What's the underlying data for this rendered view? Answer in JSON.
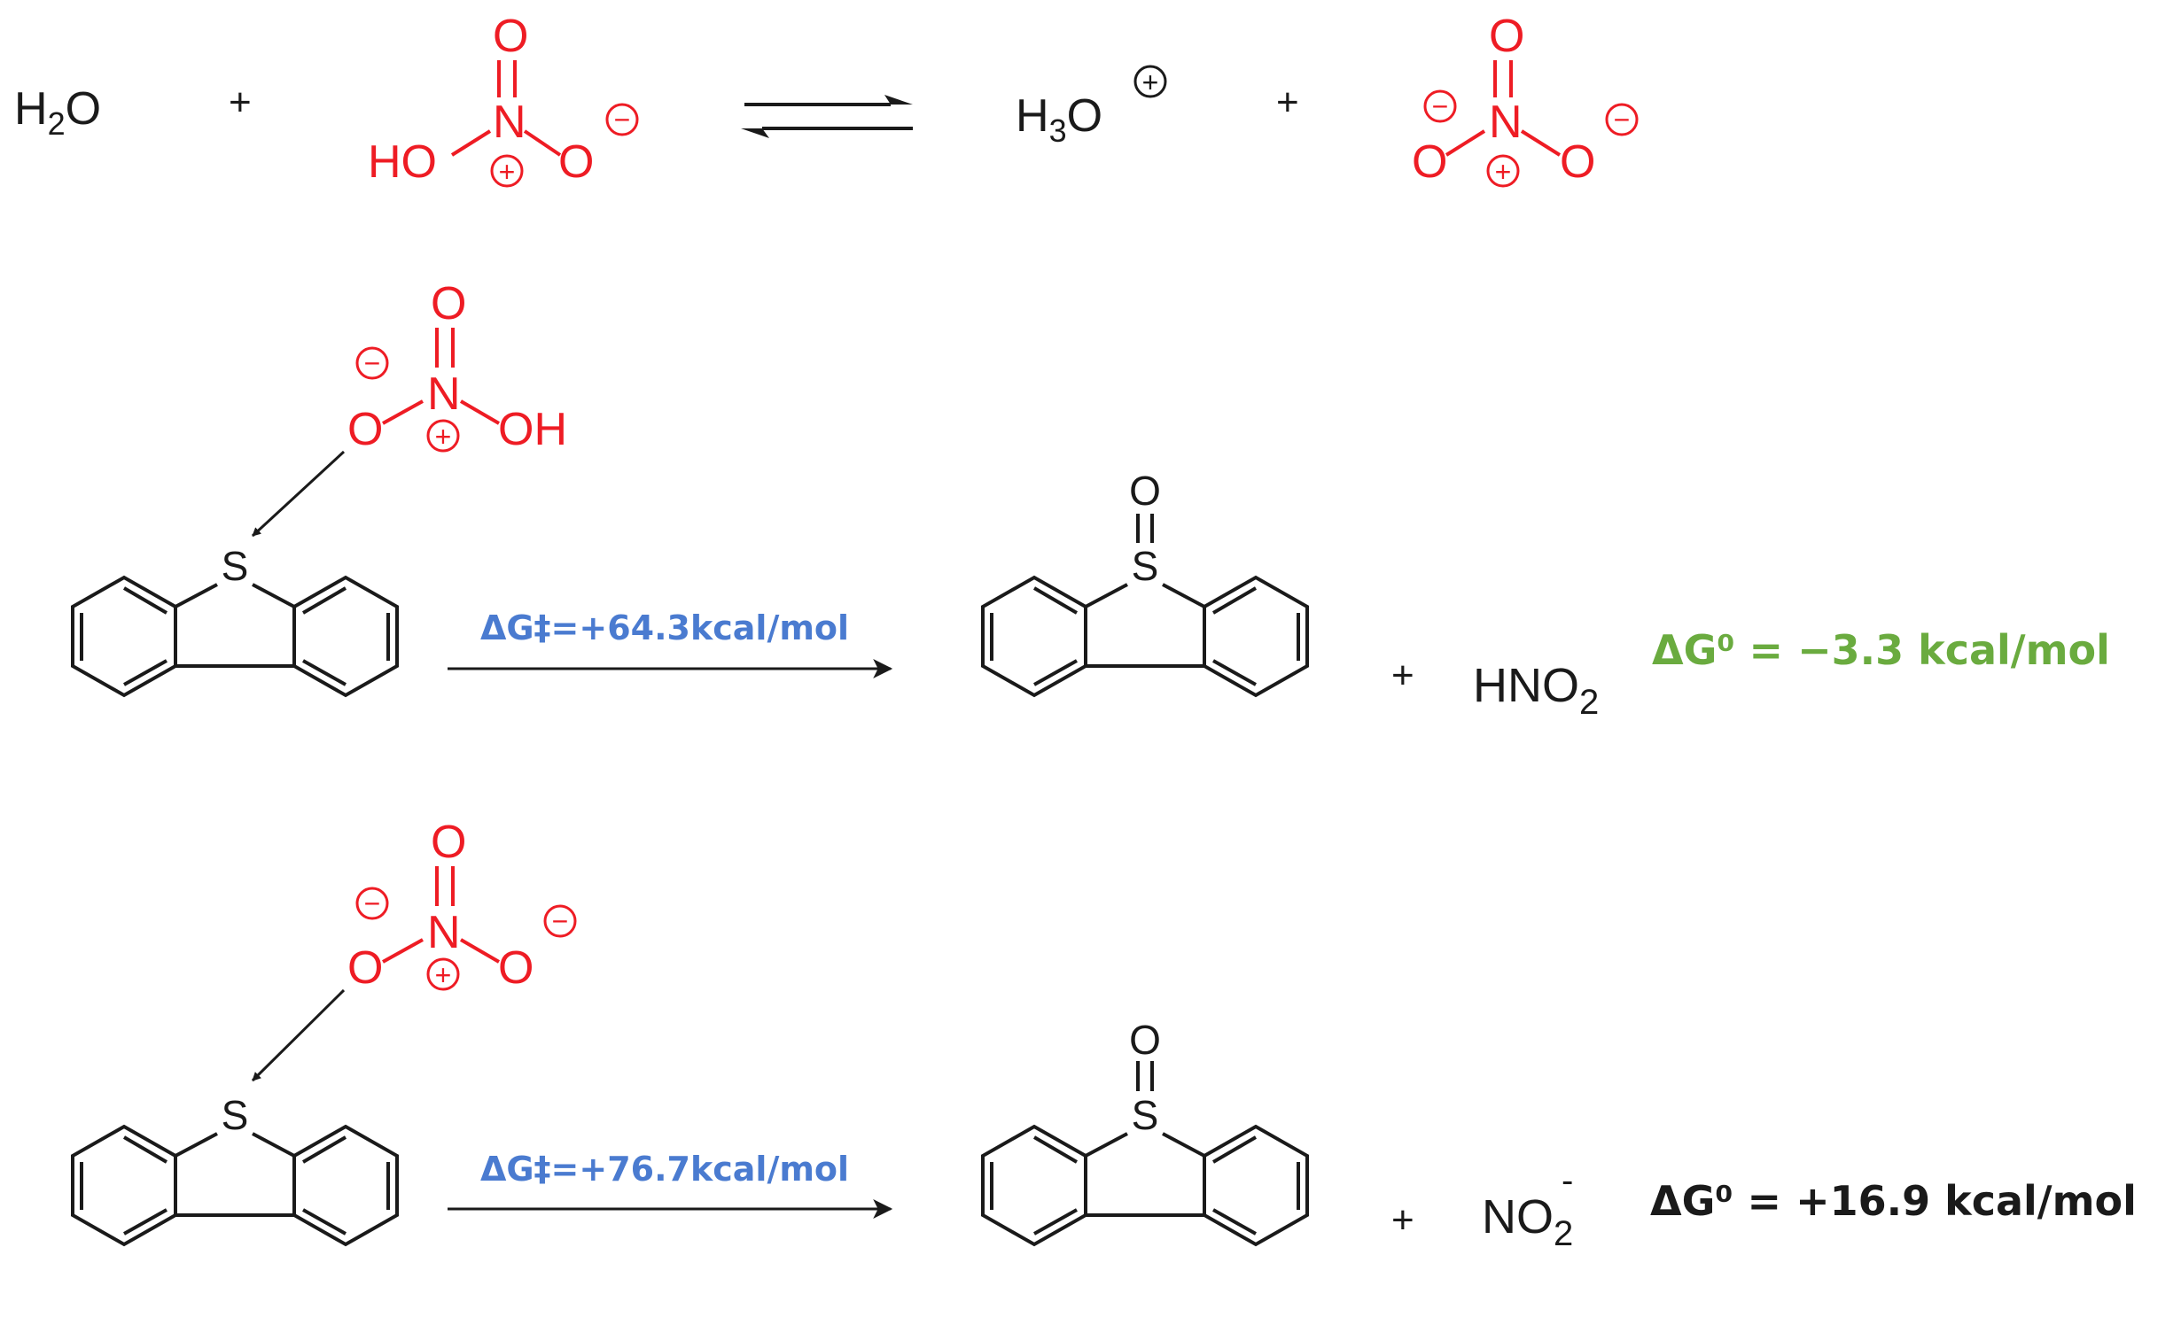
{
  "colors": {
    "red": "#ee1c24",
    "black": "#1a1a1a",
    "blue": "#4a7bd0",
    "green": "#6aab3f"
  },
  "equilibrium": {
    "water": {
      "H": "H",
      "sub": "2",
      "O": "O"
    },
    "plus": "+",
    "nitric_acid": {
      "HO": "HO",
      "N": "N",
      "O_top": "O",
      "O_right": "O",
      "plus_charge": "+",
      "minus_charge": "−"
    },
    "arrow": "equilibrium-arrows",
    "hydronium": {
      "H": "H",
      "sub": "3",
      "O": "O",
      "charge": "+"
    },
    "nitrate": {
      "O_left": "O",
      "N": "N",
      "O_top": "O",
      "O_right": "O",
      "minus_left": "−",
      "plus_charge": "+",
      "minus_right": "−"
    }
  },
  "reaction1": {
    "attacker": {
      "O_left": "O",
      "N": "N",
      "O_top": "O",
      "OH": "OH",
      "minus_charge": "−",
      "plus_charge": "+"
    },
    "reactant_S": "S",
    "arrow_label": "ΔG‡=+64.3kcal/mol",
    "product_S": "S",
    "product_O": "O",
    "plus": "+",
    "byproduct": {
      "main": "HNO",
      "sub": "2"
    },
    "dg0": "ΔG⁰ = −3.3 kcal/mol"
  },
  "reaction2": {
    "attacker": {
      "O_left": "O",
      "N": "N",
      "O_top": "O",
      "O_right": "O",
      "minus_left": "−",
      "plus_charge": "+",
      "minus_right": "−"
    },
    "reactant_S": "S",
    "arrow_label": "ΔG‡=+76.7kcal/mol",
    "product_S": "S",
    "product_O": "O",
    "plus": "+",
    "byproduct": {
      "main": "NO",
      "sub": "2",
      "sup": "-"
    },
    "dg0": "ΔG⁰ =  +16.9 kcal/mol"
  }
}
